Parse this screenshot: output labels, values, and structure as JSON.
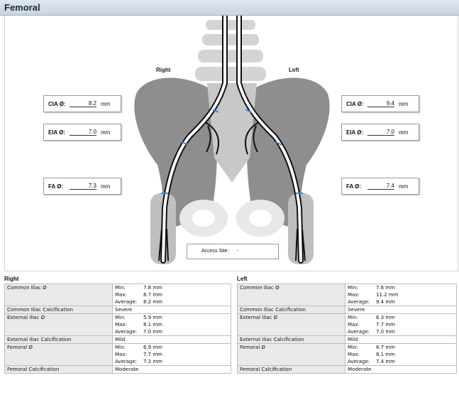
{
  "header": {
    "title": "Femoral"
  },
  "diagram": {
    "side_labels": {
      "right": "Right",
      "left": "Left"
    },
    "measurements": {
      "right": [
        {
          "label": "CIA Ø:",
          "value": "8.2",
          "unit": "mm"
        },
        {
          "label": "EIA Ø:",
          "value": "7.0",
          "unit": "mm"
        },
        {
          "label": "FA Ø:",
          "value": "7.3",
          "unit": "mm"
        }
      ],
      "left": [
        {
          "label": "CIA Ø:",
          "value": "9.4",
          "unit": "mm"
        },
        {
          "label": "EIA Ø:",
          "value": "7.0",
          "unit": "mm"
        },
        {
          "label": "FA Ø:",
          "value": "7.4",
          "unit": "mm"
        }
      ]
    },
    "access_site": {
      "label": "Access Site:",
      "value": "-"
    }
  },
  "tables": {
    "right": {
      "title": "Right",
      "rows": [
        {
          "name": "Common Iliac Ø",
          "min_label": "Min:",
          "min": "7.8 mm",
          "max_label": "Max:",
          "max": "8.7 mm",
          "avg_label": "Average:",
          "avg": "8.2 mm"
        },
        {
          "name": "Common Iliac Calcification",
          "value": "Severe"
        },
        {
          "name": "External Iliac Ø",
          "min_label": "Min:",
          "min": "5.9 mm",
          "max_label": "Max:",
          "max": "8.1 mm",
          "avg_label": "Average:",
          "avg": "7.0 mm"
        },
        {
          "name": "External Iliac Calcification",
          "value": "Mild"
        },
        {
          "name": "Femoral Ø",
          "min_label": "Min:",
          "min": "6.9 mm",
          "max_label": "Max:",
          "max": "7.7 mm",
          "avg_label": "Average:",
          "avg": "7.3 mm"
        },
        {
          "name": "Femoral Calcification",
          "value": "Moderate"
        }
      ]
    },
    "left": {
      "title": "Left",
      "rows": [
        {
          "name": "Common Iliac Ø",
          "min_label": "Min:",
          "min": "7.6 mm",
          "max_label": "Max:",
          "max": "11.2 mm",
          "avg_label": "Average:",
          "avg": "9.4 mm"
        },
        {
          "name": "Common Iliac Calcification",
          "value": "Severe"
        },
        {
          "name": "External Iliac Ø",
          "min_label": "Min:",
          "min": "6.3 mm",
          "max_label": "Max:",
          "max": "7.7 mm",
          "avg_label": "Average:",
          "avg": "7.0 mm"
        },
        {
          "name": "External Iliac Calcification",
          "value": "Mild"
        },
        {
          "name": "Femoral Ø",
          "min_label": "Min:",
          "min": "6.7 mm",
          "max_label": "Max:",
          "max": "8.1 mm",
          "avg_label": "Average:",
          "avg": "7.4 mm"
        },
        {
          "name": "Femoral Calcification",
          "value": "Moderate"
        }
      ]
    }
  }
}
